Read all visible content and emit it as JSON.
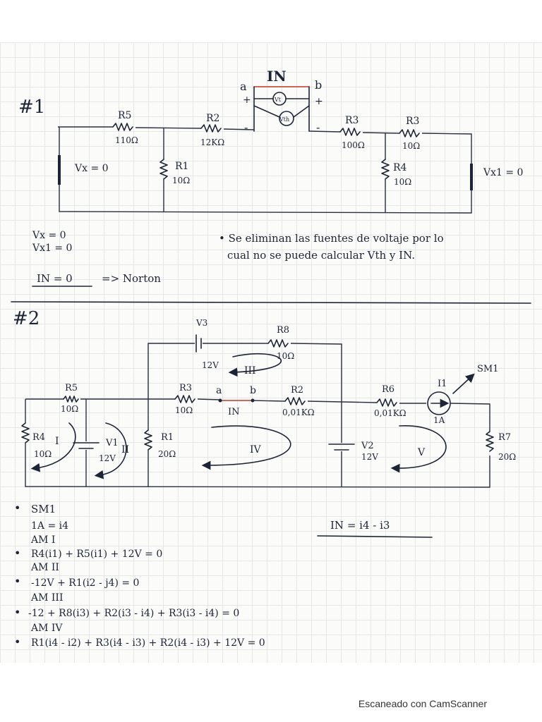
{
  "problem1": {
    "number": "#1",
    "in_label": "IN",
    "node_a": "a",
    "node_b": "b",
    "plus": "+",
    "minus": "-",
    "meter_vt": "Vt",
    "meter_vth": "Vth",
    "resistors": [
      {
        "name": "R5",
        "value": "110Ω"
      },
      {
        "name": "R2",
        "value": "12KΩ"
      },
      {
        "name": "R1",
        "value": "10Ω"
      },
      {
        "name": "R3",
        "value": "100Ω"
      },
      {
        "name": "R3",
        "value": "10Ω"
      },
      {
        "name": "R4",
        "value": "10Ω"
      }
    ],
    "vx_label": "Vx = 0",
    "vx1_label": "Vx1 = 0",
    "notes": [
      "Vx = 0",
      "Vx1 = 0"
    ],
    "remark_line1": "• Se eliminan las fuentes de voltaje por lo",
    "remark_line2": "cual no se puede calcular Vth y IN.",
    "conclusion": "IN = 0",
    "conclusion_arrow": "=> Norton"
  },
  "problem2": {
    "number": "#2",
    "v3": {
      "name": "V3",
      "value": "12V"
    },
    "r8": {
      "name": "R8",
      "value": "10Ω"
    },
    "r5": {
      "name": "R5",
      "value": "10Ω"
    },
    "r3": {
      "name": "R3",
      "value": "10Ω"
    },
    "r2": {
      "name": "R2",
      "value": "0,01KΩ"
    },
    "r6": {
      "name": "R6",
      "value": "0,01KΩ"
    },
    "r4": {
      "name": "R4",
      "value": "10Ω"
    },
    "r1": {
      "name": "R1",
      "value": "20Ω"
    },
    "r7": {
      "name": "R7",
      "value": "20Ω"
    },
    "v1": {
      "name": "V1",
      "value": "12V"
    },
    "v2": {
      "name": "V2",
      "value": "12V"
    },
    "i1": {
      "name": "I1",
      "value": "1A"
    },
    "sm1_label": "SM1",
    "node_a": "a",
    "node_b": "b",
    "in_label": "IN",
    "meshes": [
      "I",
      "II",
      "III",
      "IV",
      "V"
    ],
    "in_equation": "IN = i4 - i3",
    "equations": [
      {
        "header": "SM1",
        "eq": "1A = i4"
      },
      {
        "header": "AM I",
        "eq": "R4(i1) + R5(i1) + 12V = 0"
      },
      {
        "header": "AM II",
        "eq": "-12V + R1(i2 - j4) = 0"
      },
      {
        "header": "AM III",
        "eq": "-12 + R8(i3) + R2(i3 - i4) + R3(i3 - i4) = 0"
      },
      {
        "header": "AM IV",
        "eq": "R1(i4 - i2) + R3(i4 - i3) + R2(i4 - i3) + 12V = 0"
      }
    ]
  },
  "footer": "Escaneado con CamScanner",
  "colors": {
    "ink": "#1d2436",
    "highlight": "#c0392b",
    "grid": "#e6e6e6"
  }
}
